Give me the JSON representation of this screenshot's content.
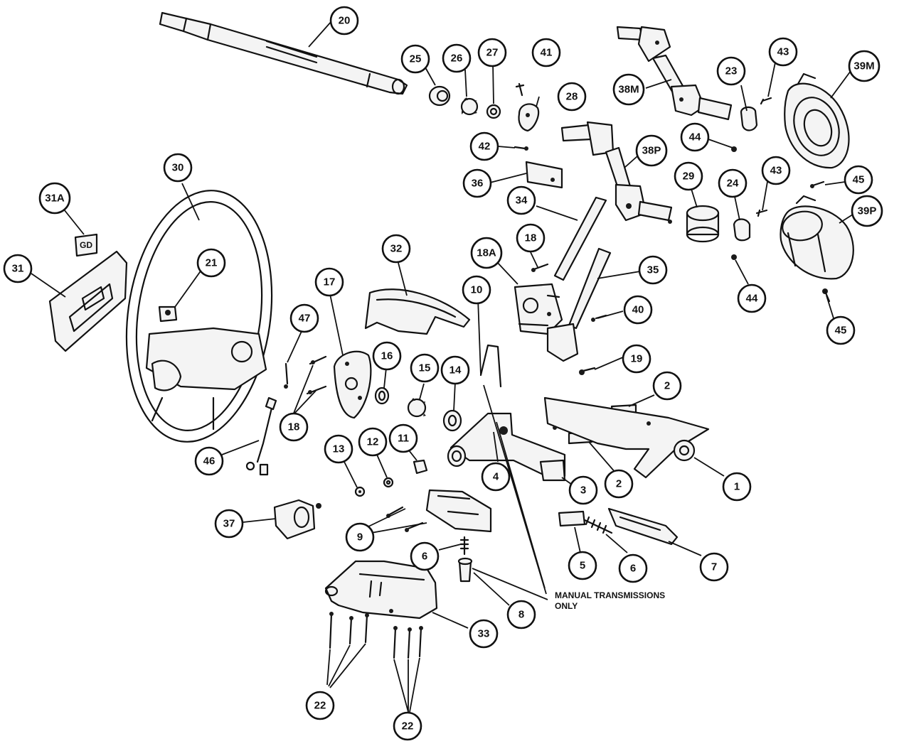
{
  "callouts": [
    {
      "id": "c20",
      "label": "20"
    },
    {
      "id": "c25",
      "label": "25"
    },
    {
      "id": "c26",
      "label": "26"
    },
    {
      "id": "c27",
      "label": "27"
    },
    {
      "id": "c41",
      "label": "41"
    },
    {
      "id": "c28",
      "label": "28"
    },
    {
      "id": "c42",
      "label": "42"
    },
    {
      "id": "c36",
      "label": "36"
    },
    {
      "id": "c38m",
      "label": "38M"
    },
    {
      "id": "c23",
      "label": "23"
    },
    {
      "id": "c43a",
      "label": "43"
    },
    {
      "id": "c39m",
      "label": "39M"
    },
    {
      "id": "c44a",
      "label": "44"
    },
    {
      "id": "c38p",
      "label": "38P"
    },
    {
      "id": "c29",
      "label": "29"
    },
    {
      "id": "c24",
      "label": "24"
    },
    {
      "id": "c43b",
      "label": "43"
    },
    {
      "id": "c45a",
      "label": "45"
    },
    {
      "id": "c39p",
      "label": "39P"
    },
    {
      "id": "c44b",
      "label": "44"
    },
    {
      "id": "c45b",
      "label": "45"
    },
    {
      "id": "c30",
      "label": "30"
    },
    {
      "id": "c31a",
      "label": "31A"
    },
    {
      "id": "c31",
      "label": "31"
    },
    {
      "id": "c21",
      "label": "21"
    },
    {
      "id": "c34",
      "label": "34"
    },
    {
      "id": "c18m",
      "label": "18"
    },
    {
      "id": "c18a",
      "label": "18A"
    },
    {
      "id": "c32",
      "label": "32"
    },
    {
      "id": "c10",
      "label": "10"
    },
    {
      "id": "c35",
      "label": "35"
    },
    {
      "id": "c40",
      "label": "40"
    },
    {
      "id": "c47",
      "label": "47"
    },
    {
      "id": "c17",
      "label": "17"
    },
    {
      "id": "c16",
      "label": "16"
    },
    {
      "id": "c15",
      "label": "15"
    },
    {
      "id": "c14",
      "label": "14"
    },
    {
      "id": "c19",
      "label": "19"
    },
    {
      "id": "c2a",
      "label": "2"
    },
    {
      "id": "c18",
      "label": "18"
    },
    {
      "id": "c46",
      "label": "46"
    },
    {
      "id": "c13",
      "label": "13"
    },
    {
      "id": "c12",
      "label": "12"
    },
    {
      "id": "c11",
      "label": "11"
    },
    {
      "id": "c4",
      "label": "4"
    },
    {
      "id": "c3",
      "label": "3"
    },
    {
      "id": "c2b",
      "label": "2"
    },
    {
      "id": "c1",
      "label": "1"
    },
    {
      "id": "c37",
      "label": "37"
    },
    {
      "id": "c9",
      "label": "9"
    },
    {
      "id": "c6a",
      "label": "6"
    },
    {
      "id": "c5",
      "label": "5"
    },
    {
      "id": "c6b",
      "label": "6"
    },
    {
      "id": "c7",
      "label": "7"
    },
    {
      "id": "c8",
      "label": "8"
    },
    {
      "id": "c33",
      "label": "33"
    },
    {
      "id": "c22a",
      "label": "22"
    },
    {
      "id": "c22b",
      "label": "22"
    }
  ],
  "notes": {
    "manual_line1": "MANUAL TRANSMISSIONS",
    "manual_line2": "ONLY"
  },
  "horn_pad_text": "GD"
}
